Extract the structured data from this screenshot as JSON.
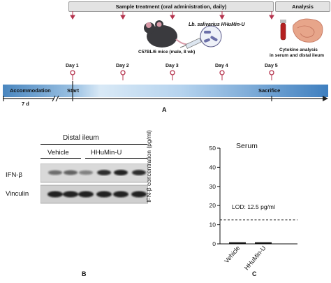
{
  "panel_a": {
    "label": "A",
    "sample_treatment": "Sample treatment (oral administration, daily)",
    "analysis": "Analysis",
    "strain": "Lb. salivarius HHuMin-U",
    "mice": "C57BL/6 mice (male, 8 wk)",
    "cytokine_analysis_line1": "Cytokine analysis",
    "cytokine_analysis_line2": "in serum and distal ileum",
    "days": [
      "Day 1",
      "Day 2",
      "Day 3",
      "Day 4",
      "Day 5"
    ],
    "accommodation": "Accommodation",
    "accommodation_duration": "7 d",
    "start": "Start",
    "sacrifice": "Sacrifice"
  },
  "panel_b": {
    "label": "B",
    "tissue": "Distal ileum",
    "groups": [
      "Vehicle",
      "HHuMin-U"
    ],
    "rows": [
      "IFN-β",
      "Vinculin"
    ],
    "ifn_band_intensity": [
      0.55,
      0.6,
      0.45,
      0.85,
      0.9,
      0.85
    ],
    "vinculin_band_intensity": [
      0.9,
      0.9,
      0.9,
      0.9,
      0.9,
      0.9
    ]
  },
  "panel_c": {
    "label": "C"
  },
  "chart_data": {
    "type": "scatter",
    "title": "Serum",
    "ylabel": "IFN-β concentration (pg/ml)",
    "xlabel": "",
    "categories": [
      "Vehicle",
      "HHuMin-U"
    ],
    "values": [
      0,
      0
    ],
    "ylim": [
      0,
      50
    ],
    "yticks": [
      "0",
      "10",
      "20",
      "30",
      "40",
      "50"
    ],
    "reference_line": {
      "value": 12.5,
      "label": "LOD: 12.5 pg/ml"
    },
    "grid": false
  }
}
